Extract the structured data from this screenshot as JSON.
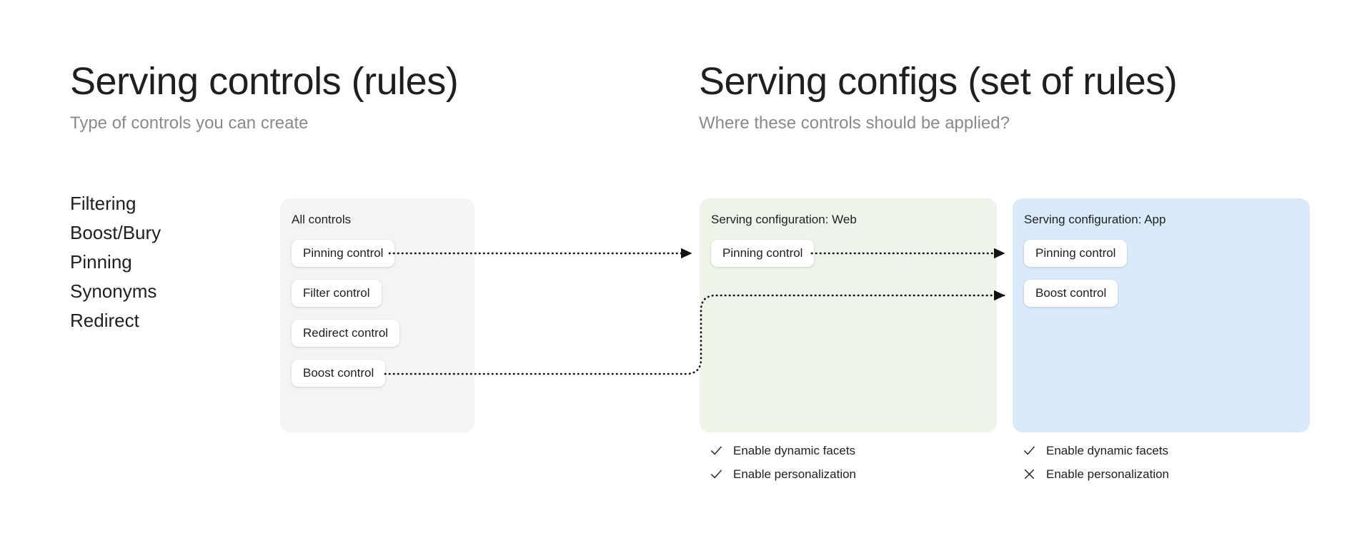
{
  "left_column": {
    "title": "Serving controls (rules)",
    "subtitle": "Type of controls you can create",
    "control_types": [
      "Filtering",
      "Boost/Bury",
      "Pinning",
      "Synonyms",
      "Redirect"
    ]
  },
  "right_column": {
    "title": "Serving configs (set of rules)",
    "subtitle": "Where these controls should be applied?"
  },
  "panels": {
    "all_controls": {
      "title": "All controls",
      "background": "#f4f4f4",
      "chips": [
        "Pinning control",
        "Filter control",
        "Redirect control",
        "Boost control"
      ]
    },
    "web": {
      "title": "Serving configuration: Web",
      "background": "#edf4e8",
      "chips": [
        "Pinning control"
      ],
      "options": [
        {
          "state": "check",
          "label": "Enable dynamic facets"
        },
        {
          "state": "check",
          "label": "Enable personalization"
        }
      ]
    },
    "app": {
      "title": "Serving configuration: App",
      "background": "#dbeafb",
      "chips": [
        "Pinning control",
        "Boost control"
      ],
      "options": [
        {
          "state": "check",
          "label": "Enable dynamic facets"
        },
        {
          "state": "cross",
          "label": "Enable personalization"
        }
      ]
    }
  },
  "connections": [
    {
      "from": "all-controls.pinning-control",
      "to": "web.pinning-control",
      "style": "dotted-arrow"
    },
    {
      "from": "web.pinning-control",
      "to": "app.pinning-control",
      "style": "dotted-arrow"
    },
    {
      "from": "all-controls.boost-control",
      "to": "app.boost-control",
      "style": "dotted-arrow"
    }
  ],
  "colors": {
    "text": "#1f1f1f",
    "muted_text": "#8a8a8a",
    "panel_gray": "#f4f4f4",
    "panel_green": "#edf4e8",
    "panel_blue": "#dbeafb",
    "chip_white": "#ffffff",
    "arrow": "#111111",
    "background": "#ffffff"
  }
}
